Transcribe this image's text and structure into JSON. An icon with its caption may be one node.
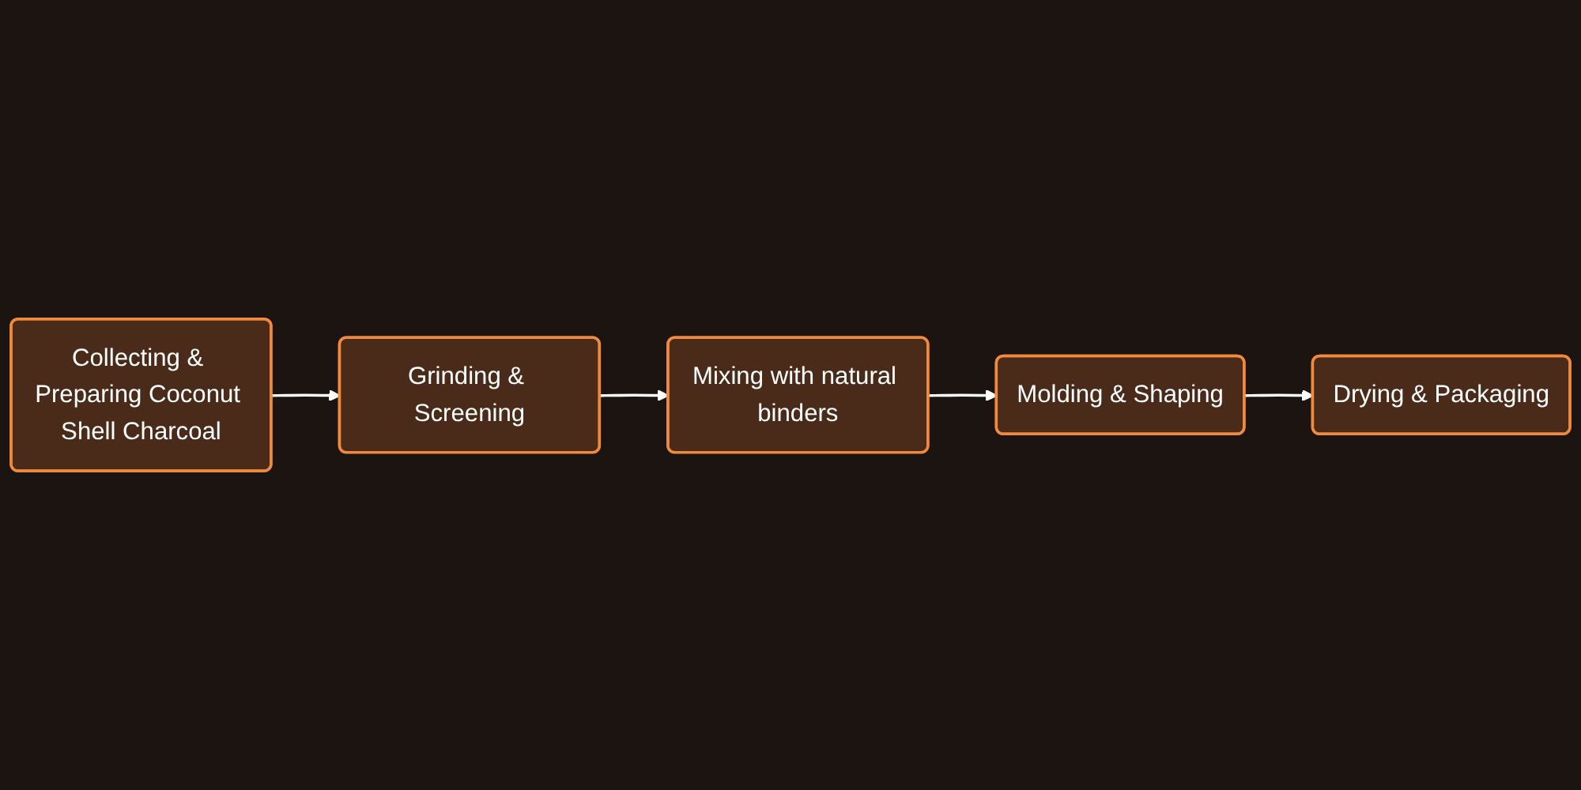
{
  "diagram": {
    "nodes": [
      {
        "text": [
          "Collecting & Preparing Coconut Shell Charcoal"
        ]
      },
      {
        "text": [
          "Grinding & Screening"
        ]
      },
      {
        "text": [
          "Mixing with natural binders"
        ]
      },
      {
        "text": [
          "Molding & Shaping"
        ]
      },
      {
        "text": [
          "Drying & Packaging"
        ]
      }
    ],
    "edges": [
      {
        "from": 0,
        "to": 1,
        "arrow": "to"
      },
      {
        "from": 1,
        "to": 2,
        "arrow": "to"
      },
      {
        "from": 2,
        "to": 3,
        "arrow": "to"
      },
      {
        "from": 3,
        "to": 4,
        "arrow": "to"
      }
    ]
  }
}
